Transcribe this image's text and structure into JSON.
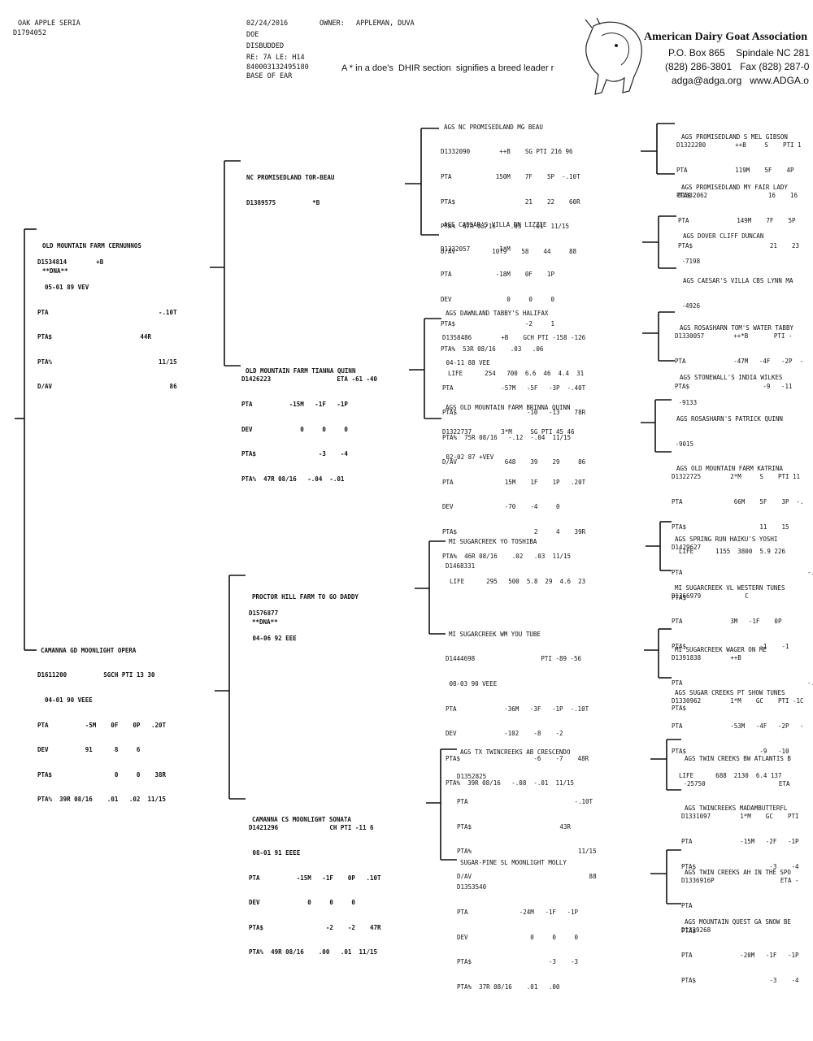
{
  "animal": {
    "name": "OAK APPLE SERIA",
    "id": "D1794052"
  },
  "record": {
    "date": "02/24/2016",
    "owner_label": "OWNER:",
    "owner": "APPLEMAN, DUVA",
    "sex": "DOE",
    "status": "DISBUDDED",
    "tattoo": "RE: 7A LE: H14",
    "microchip": "840003132495180",
    "chip_location": "BASE OF EAR"
  },
  "note": "A * in a doe's  DHIR section  signifies a breed leader r",
  "association": {
    "name": "American Dairy Goat Association",
    "address": "P.O. Box 865    Spindale NC 281",
    "phone": "(828) 286-3801   Fax (828) 287-0",
    "web": "adga@adga.org   www.ADGA.o"
  },
  "pedigree": {
    "sire": {
      "name": "OLD MOUNTAIN FARM CERNUNNOS",
      "lines": [
        "**DNA**",
        "D1534814        +B",
        "  05-01 89 VEV",
        "PTA                              -.10T",
        "PTA$                        44R",
        "PTA%                             11/15",
        "D/AV                                86"
      ]
    },
    "dam": {
      "name": "CAMANNA GD MOONLIGHT OPERA",
      "lines": [
        "D1611200          SGCH PTI 13 30",
        "  04-01 90 VEEE",
        "PTA          -5M    0F    0P   .20T",
        "DEV          91      8     6",
        "PTA$                 0     0    38R",
        "PTA%  39R 08/16    .01   .02  11/15"
      ]
    },
    "ss": {
      "name": "NC PROMISEDLAND TOR-BEAU",
      "lines": [
        "D1389575          *B"
      ]
    },
    "sd": {
      "name": "OLD MOUNTAIN FARM TIANNA QUINN",
      "lines": [
        "D1426223                  ETA -61 -40",
        "PTA          -15M   -1F   -1P",
        "DEV             0     0     0",
        "PTA$                 -3    -4",
        "PTA%  47R 08/16   -.04  -.01"
      ]
    },
    "ds": {
      "name": "PROCTOR HILL FARM TO GO DADDY",
      "lines": [
        "**DNA**",
        "D1576877",
        " 04-06 92 EEE"
      ]
    },
    "dd": {
      "name": "CAMANNA CS MOONLIGHT SONATA",
      "lines": [
        "D1421296              CH PTI -11 6",
        " 08-01 91 EEEE",
        "PTA          -15M   -1F    0P   .10T",
        "DEV             0     0     0",
        "PTA$                 -2    -2    47R",
        "PTA%  49R 08/16    .00   .01  11/15"
      ]
    },
    "sss": {
      "name": "AGS NC PROMISEDLAND MG BEAU",
      "lines": [
        "D1332090        ++B    SG PTI 216 96",
        "PTA            150M    7F    5P  -.10T",
        "PTA$                   21    22    60R",
        "PTA%  47R 08/16    .03   .01  11/15",
        "D/AV          1079    58    44     88"
      ]
    },
    "ssd": {
      "name": "AGS CAESAR'S VILLA DN LIZZIE",
      "lines": [
        "D1332057        1*M",
        "PTA            -18M    0F    1P",
        "DEV               0     0     0",
        "PTA$                   -2     1",
        "PTA%  53R 08/16    .03   .06",
        "  LIFE      254   700  6.6  46  4.4  31"
      ]
    },
    "sds": {
      "name": "AGS DAWNLAND TABBY'S HALIFAX",
      "lines": [
        "D1358486        +B    GCH PTI -158 -126",
        " 04-11 88 VEE",
        "PTA             -57M   -5F   -3P  -.40T",
        "PTA$                   -10   -13    78R",
        "PTA%  75R 08/16   -.12  -.04  11/15",
        "D/AV             648    39    29     86"
      ]
    },
    "sdd": {
      "name": "AGS OLD MOUNTAIN FARM BRINNA QUINN",
      "lines": [
        "D1322737        3*M     SG PTI 45 46",
        " 02-02 87 +VEV",
        "PTA              15M    1F    1P   .20T",
        "DEV              -70    -4     0",
        "PTA$                     2     4    39R",
        "PTA%  46R 08/16    .02   .03  11/15",
        "  LIFE      295   500  5.8  29  4.6  23"
      ]
    },
    "dss": {
      "name": "MI SUGARCREEK YO TOSHIBA",
      "lines": [
        "D1468331"
      ]
    },
    "dsd": {
      "name": "MI SUGARCREEK WM YOU TUBE",
      "lines": [
        "D1444698                  PTI -89 -56",
        " 08-03 90 VEEE",
        "PTA             -36M   -3F   -1P  -.10T",
        "DEV             -102    -8    -2",
        "PTA$                    -6    -7    48R",
        "PTA%  39R 08/16   -.08  -.01  11/15"
      ]
    },
    "dds": {
      "name": "AGS TX TWINCREEKS AB CRESCENDO",
      "lines": [
        "D1352825",
        "PTA                             -.10T",
        "PTA$                        43R",
        "PTA%                             11/15",
        "D/AV                                88"
      ]
    },
    "ddd": {
      "name": "SUGAR-PINE SL MOONLIGHT MOLLY",
      "lines": [
        "D1353540",
        "PTA              -24M   -1F   -1P",
        "DEV                 0     0     0",
        "PTA$                     -3    -3",
        "PTA%  37R 08/16    .01   .00"
      ]
    },
    "g1": {
      "name": "AGS PROMISEDLAND S MEL GIBSON",
      "lines": [
        "D1322280        ++B     S    PTI 1",
        "PTA             119M    5F    4P",
        "PTA$                     16    16"
      ]
    },
    "g2": {
      "name": "AGS PROMISEDLAND MY FAIR LADY",
      "lines": [
        "D1332062",
        "PTA             149M    7F    5P",
        "PTA$                     21    23"
      ]
    },
    "g3": {
      "name": "AGS DOVER CLIFF DUNCAN",
      "lines": [
        "D-7198"
      ]
    },
    "g4": {
      "name": "AGS CAESAR'S VILLA CBS LYNN MA",
      "lines": [
        "D-4926"
      ]
    },
    "g5": {
      "name": "AGS ROSASHARN TOM'S WATER TABBY",
      "lines": [
        "D1330057        ++*B       PTI -",
        "PTA             -47M   -4F   -2P  -",
        "PTA$                    -9   -11"
      ]
    },
    "g6": {
      "name": "AGS STONEWALL'S INDIA WILKES",
      "lines": [
        "D-9133"
      ]
    },
    "g7": {
      "name": "AGS ROSASHARN'S PATRICK QUINN",
      "lines": [
        "D-9015"
      ]
    },
    "g8": {
      "name": "AGS OLD MOUNTAIN FARM KATRINA",
      "lines": [
        "D1322725        2*M     S    PTI 11",
        "PTA              66M    5F    3P  -.",
        "PTA$                    11    15",
        "  LIFE      1155  3800  5.9 226"
      ]
    },
    "g9": {
      "name": "AGS SPRING RUN HAIKU'S YOSHI",
      "lines": [
        "D1429627",
        "PTA                                  -.",
        "PTA$"
      ]
    },
    "g10": {
      "name": "MI SUGARCREEK VL WESTERN TUNES",
      "lines": [
        "D1366979            C",
        "PTA             3M   -1F    0P",
        "PTA$                    -1    -1"
      ]
    },
    "g11": {
      "name": "MI SUGARCREEK WAGER ON ME",
      "lines": [
        "D1391838        ++B",
        "PTA                                  -.",
        "PTA$"
      ]
    },
    "g12": {
      "name": "AGS SUGAR CREEKS PT SHOW TUNES",
      "lines": [
        "D1330962        1*M    GC    PTI -1C",
        "PTA             -53M   -4F   -2P   -",
        "PTA$                    -9   -10",
        "  LIFE      688  2130  6.4 137"
      ]
    },
    "g13": {
      "name": "AGS TWIN CREEKS BW ATLANTIS B",
      "lines": [
        "D-25750                    ETA"
      ]
    },
    "g14": {
      "name": "AGS TWINCREEKS MADAMBUTTERFL",
      "lines": [
        "D1331097        1*M    GC    PTI",
        "PTA             -15M   -2F   -1P",
        "PTA$                    -3    -4"
      ]
    },
    "g15": {
      "name": "AGS TWIN CREEKS AH IN THE SPO",
      "lines": [
        "D1336916P                  ETA -",
        "PTA",
        "PTA$"
      ]
    },
    "g16": {
      "name": "AGS MOUNTAIN QUEST GA SNOW BE",
      "lines": [
        "D1339268",
        "PTA             -20M   -1F   -1P",
        "PTA$                    -3    -4"
      ]
    }
  }
}
